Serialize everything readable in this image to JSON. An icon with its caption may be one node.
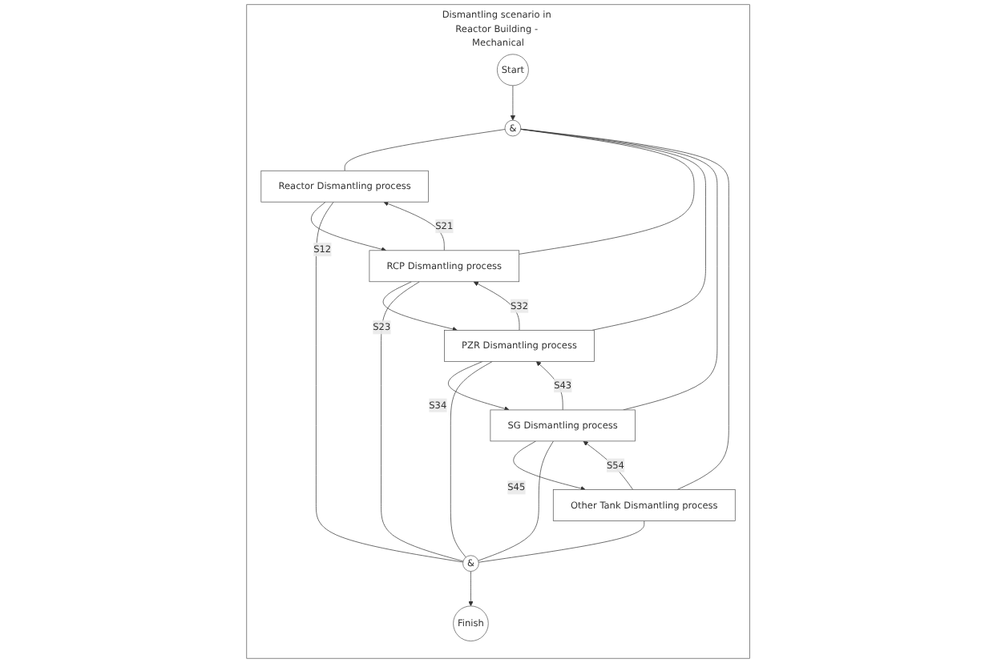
{
  "diagram": {
    "nodes": [
      {
        "text": [
          "Dismantling scenario in Reactor Building - Mechanical"
        ]
      },
      {
        "text": [
          "Start"
        ],
        "in": 0
      },
      {
        "text": [
          "&"
        ],
        "in": 0
      },
      {
        "text": [
          "Reactor Dismantling process"
        ],
        "in": 0
      },
      {
        "text": [
          "RCP Dismantling process"
        ],
        "in": 0
      },
      {
        "text": [
          "PZR Dismantling process"
        ],
        "in": 0
      },
      {
        "text": [
          "SG Dismantling process"
        ],
        "in": 0
      },
      {
        "text": [
          "Other Tank Dismantling process"
        ],
        "in": 0
      },
      {
        "text": [
          "&"
        ],
        "in": 0
      },
      {
        "text": [
          "Finish"
        ],
        "in": 0
      }
    ],
    "edges": [
      {
        "from": 1,
        "to": 2,
        "arrow": "to"
      },
      {
        "from": 2,
        "to": 3,
        "arrow": "none"
      },
      {
        "from": 2,
        "to": 4,
        "arrow": "none"
      },
      {
        "from": 2,
        "to": 5,
        "arrow": "none"
      },
      {
        "from": 2,
        "to": 6,
        "arrow": "none"
      },
      {
        "from": 2,
        "to": 7,
        "arrow": "none"
      },
      {
        "from": 3,
        "to": 4,
        "arrow": "to",
        "label": "S12"
      },
      {
        "from": 4,
        "to": 3,
        "arrow": "to",
        "label": "S21"
      },
      {
        "from": 4,
        "to": 5,
        "arrow": "to",
        "label": "S23"
      },
      {
        "from": 5,
        "to": 4,
        "arrow": "to",
        "label": "S32"
      },
      {
        "from": 5,
        "to": 6,
        "arrow": "to",
        "label": "S34"
      },
      {
        "from": 6,
        "to": 5,
        "arrow": "to",
        "label": "S43"
      },
      {
        "from": 6,
        "to": 7,
        "arrow": "to",
        "label": "S45"
      },
      {
        "from": 7,
        "to": 6,
        "arrow": "to",
        "label": "S54"
      },
      {
        "from": 3,
        "to": 8,
        "arrow": "none"
      },
      {
        "from": 4,
        "to": 8,
        "arrow": "none"
      },
      {
        "from": 5,
        "to": 8,
        "arrow": "none"
      },
      {
        "from": 6,
        "to": 8,
        "arrow": "none"
      },
      {
        "from": 7,
        "to": 8,
        "arrow": "none"
      },
      {
        "from": 8,
        "to": 9,
        "arrow": "to"
      }
    ]
  }
}
